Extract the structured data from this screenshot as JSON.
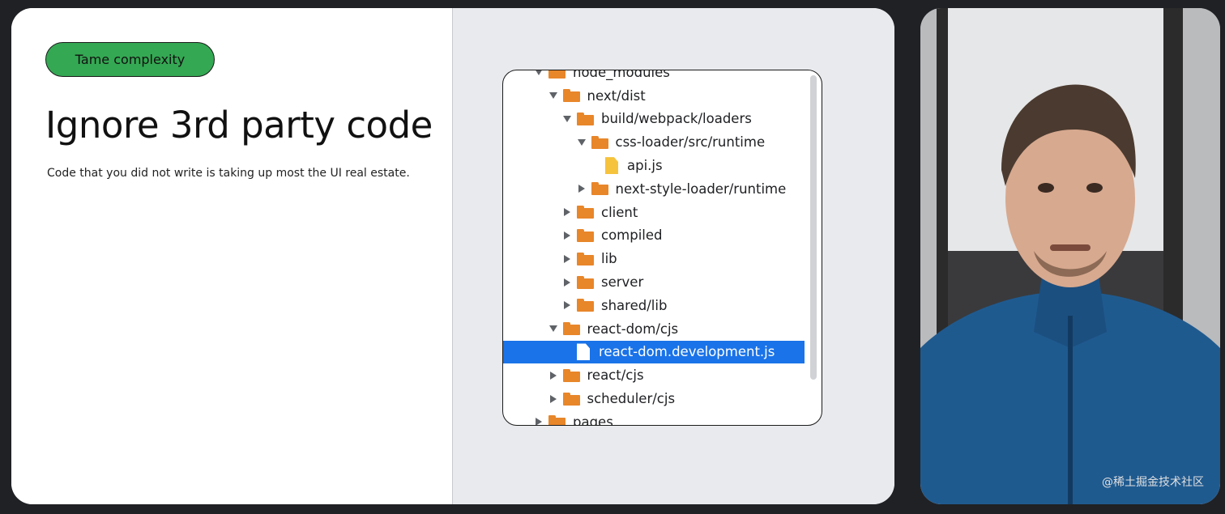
{
  "slide": {
    "pill_label": "Tame complexity",
    "title": "Ignore 3rd party code",
    "subtitle": "Code that you did not write is taking up most the UI real estate."
  },
  "file_tree": {
    "rows": [
      {
        "label": "node_modules",
        "type": "folder",
        "state": "expanded",
        "level": 0
      },
      {
        "label": "next/dist",
        "type": "folder",
        "state": "expanded",
        "level": 1
      },
      {
        "label": "build/webpack/loaders",
        "type": "folder",
        "state": "expanded",
        "level": 2
      },
      {
        "label": "css-loader/src/runtime",
        "type": "folder",
        "state": "expanded",
        "level": 3
      },
      {
        "label": "api.js",
        "type": "file-js",
        "state": "none",
        "level": 4
      },
      {
        "label": "next-style-loader/runtime",
        "type": "folder",
        "state": "collapsed",
        "level": 3
      },
      {
        "label": "client",
        "type": "folder",
        "state": "collapsed",
        "level": 2
      },
      {
        "label": "compiled",
        "type": "folder",
        "state": "collapsed",
        "level": 2
      },
      {
        "label": "lib",
        "type": "folder",
        "state": "collapsed",
        "level": 2
      },
      {
        "label": "server",
        "type": "folder",
        "state": "collapsed",
        "level": 2
      },
      {
        "label": "shared/lib",
        "type": "folder",
        "state": "collapsed",
        "level": 2
      },
      {
        "label": "react-dom/cjs",
        "type": "folder",
        "state": "expanded",
        "level": 1
      },
      {
        "label": "react-dom.development.js",
        "type": "file",
        "state": "none",
        "level": 2,
        "selected": true
      },
      {
        "label": "react/cjs",
        "type": "folder",
        "state": "collapsed",
        "level": 1
      },
      {
        "label": "scheduler/cjs",
        "type": "folder",
        "state": "collapsed",
        "level": 1
      },
      {
        "label": "pages",
        "type": "folder",
        "state": "collapsed",
        "level": 0
      }
    ]
  },
  "video": {
    "watermark": "@稀土掘金技术社区"
  },
  "colors": {
    "pill_green": "#34a853",
    "folder_orange": "#e8862a",
    "selection_blue": "#1a73e8",
    "js_file_yellow": "#f6c33c"
  }
}
